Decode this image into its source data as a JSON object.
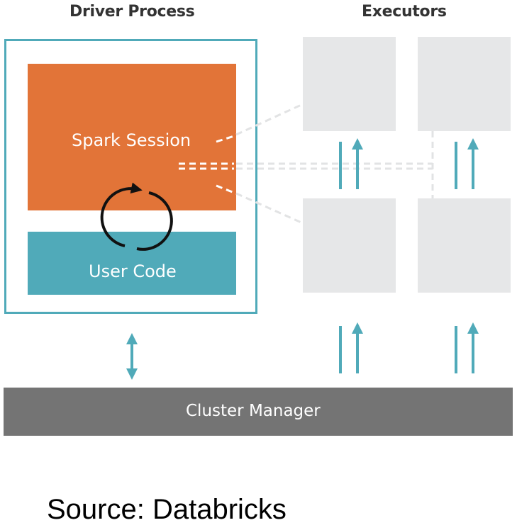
{
  "headings": {
    "driver": "Driver Process",
    "executors": "Executors"
  },
  "driver": {
    "spark_session": "Spark Session",
    "user_code": "User Code"
  },
  "cluster_manager": "Cluster Manager",
  "source": "Source: Databricks",
  "colors": {
    "spark": "#e27438",
    "teal": "#50aab9",
    "executor": "#e6e7e8",
    "cluster": "#747474",
    "heading": "#333333"
  },
  "icons": [
    "refresh-cycle-icon",
    "bidirectional-arrow-icon",
    "up-down-arrow-icon"
  ]
}
